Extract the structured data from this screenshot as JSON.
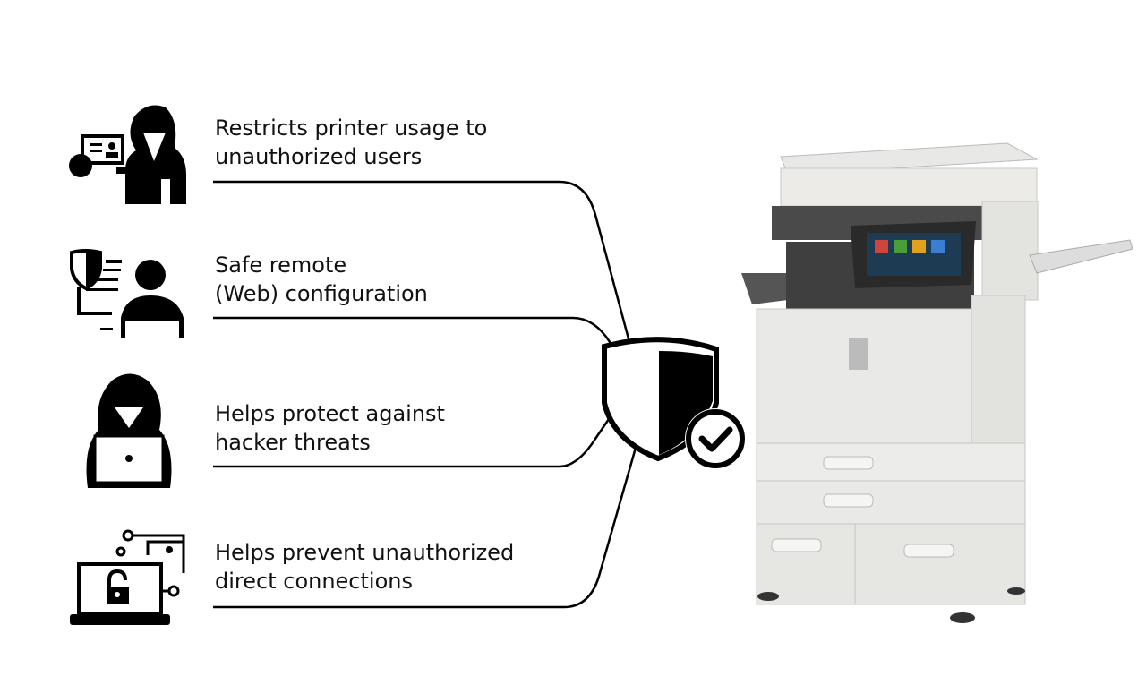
{
  "features": [
    {
      "icon": "hooded-user-id-card-icon",
      "line1": "Restricts printer usage to",
      "line2": "unauthorized users"
    },
    {
      "icon": "shield-monitor-user-icon",
      "line1": "Safe remote",
      "line2": "(Web) configuration"
    },
    {
      "icon": "hacker-laptop-icon",
      "line1": "Helps protect against",
      "line2": "hacker threats"
    },
    {
      "icon": "locked-laptop-network-icon",
      "line1": "Helps prevent unauthorized",
      "line2": "direct connections"
    }
  ],
  "center_icon": "shield-check-icon",
  "product": "multifunction-printer-image"
}
